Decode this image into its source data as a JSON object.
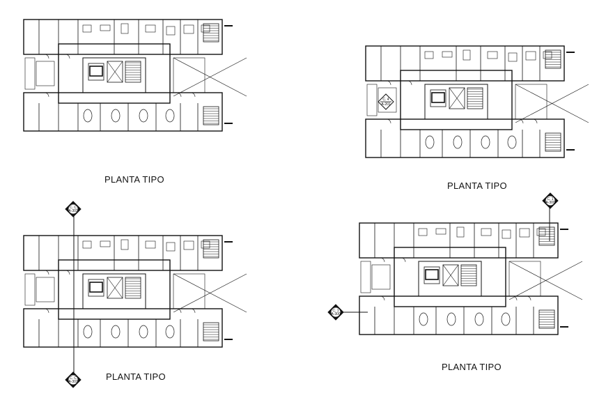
{
  "plans": [
    {
      "id": "plan-1",
      "caption": "PLANTA TIPO",
      "markers": []
    },
    {
      "id": "plan-2",
      "caption": "PLANTA TIPO",
      "markers": [
        {
          "top": "C. 4",
          "bottom": "A-201"
        }
      ]
    },
    {
      "id": "plan-3",
      "caption": "PLANTA TIPO",
      "markers": [
        {
          "top": "C. C",
          "bottom": "A-302"
        },
        {
          "top": "C. C",
          "bottom": "A-302"
        }
      ]
    },
    {
      "id": "plan-4",
      "caption": "PLANTA TIPO",
      "markers": [
        {
          "top": "C. 1",
          "bottom": "A-300"
        },
        {
          "top": "C. 1",
          "bottom": "A-300"
        }
      ]
    }
  ],
  "colors": {
    "line": "#111111",
    "background": "#ffffff"
  }
}
